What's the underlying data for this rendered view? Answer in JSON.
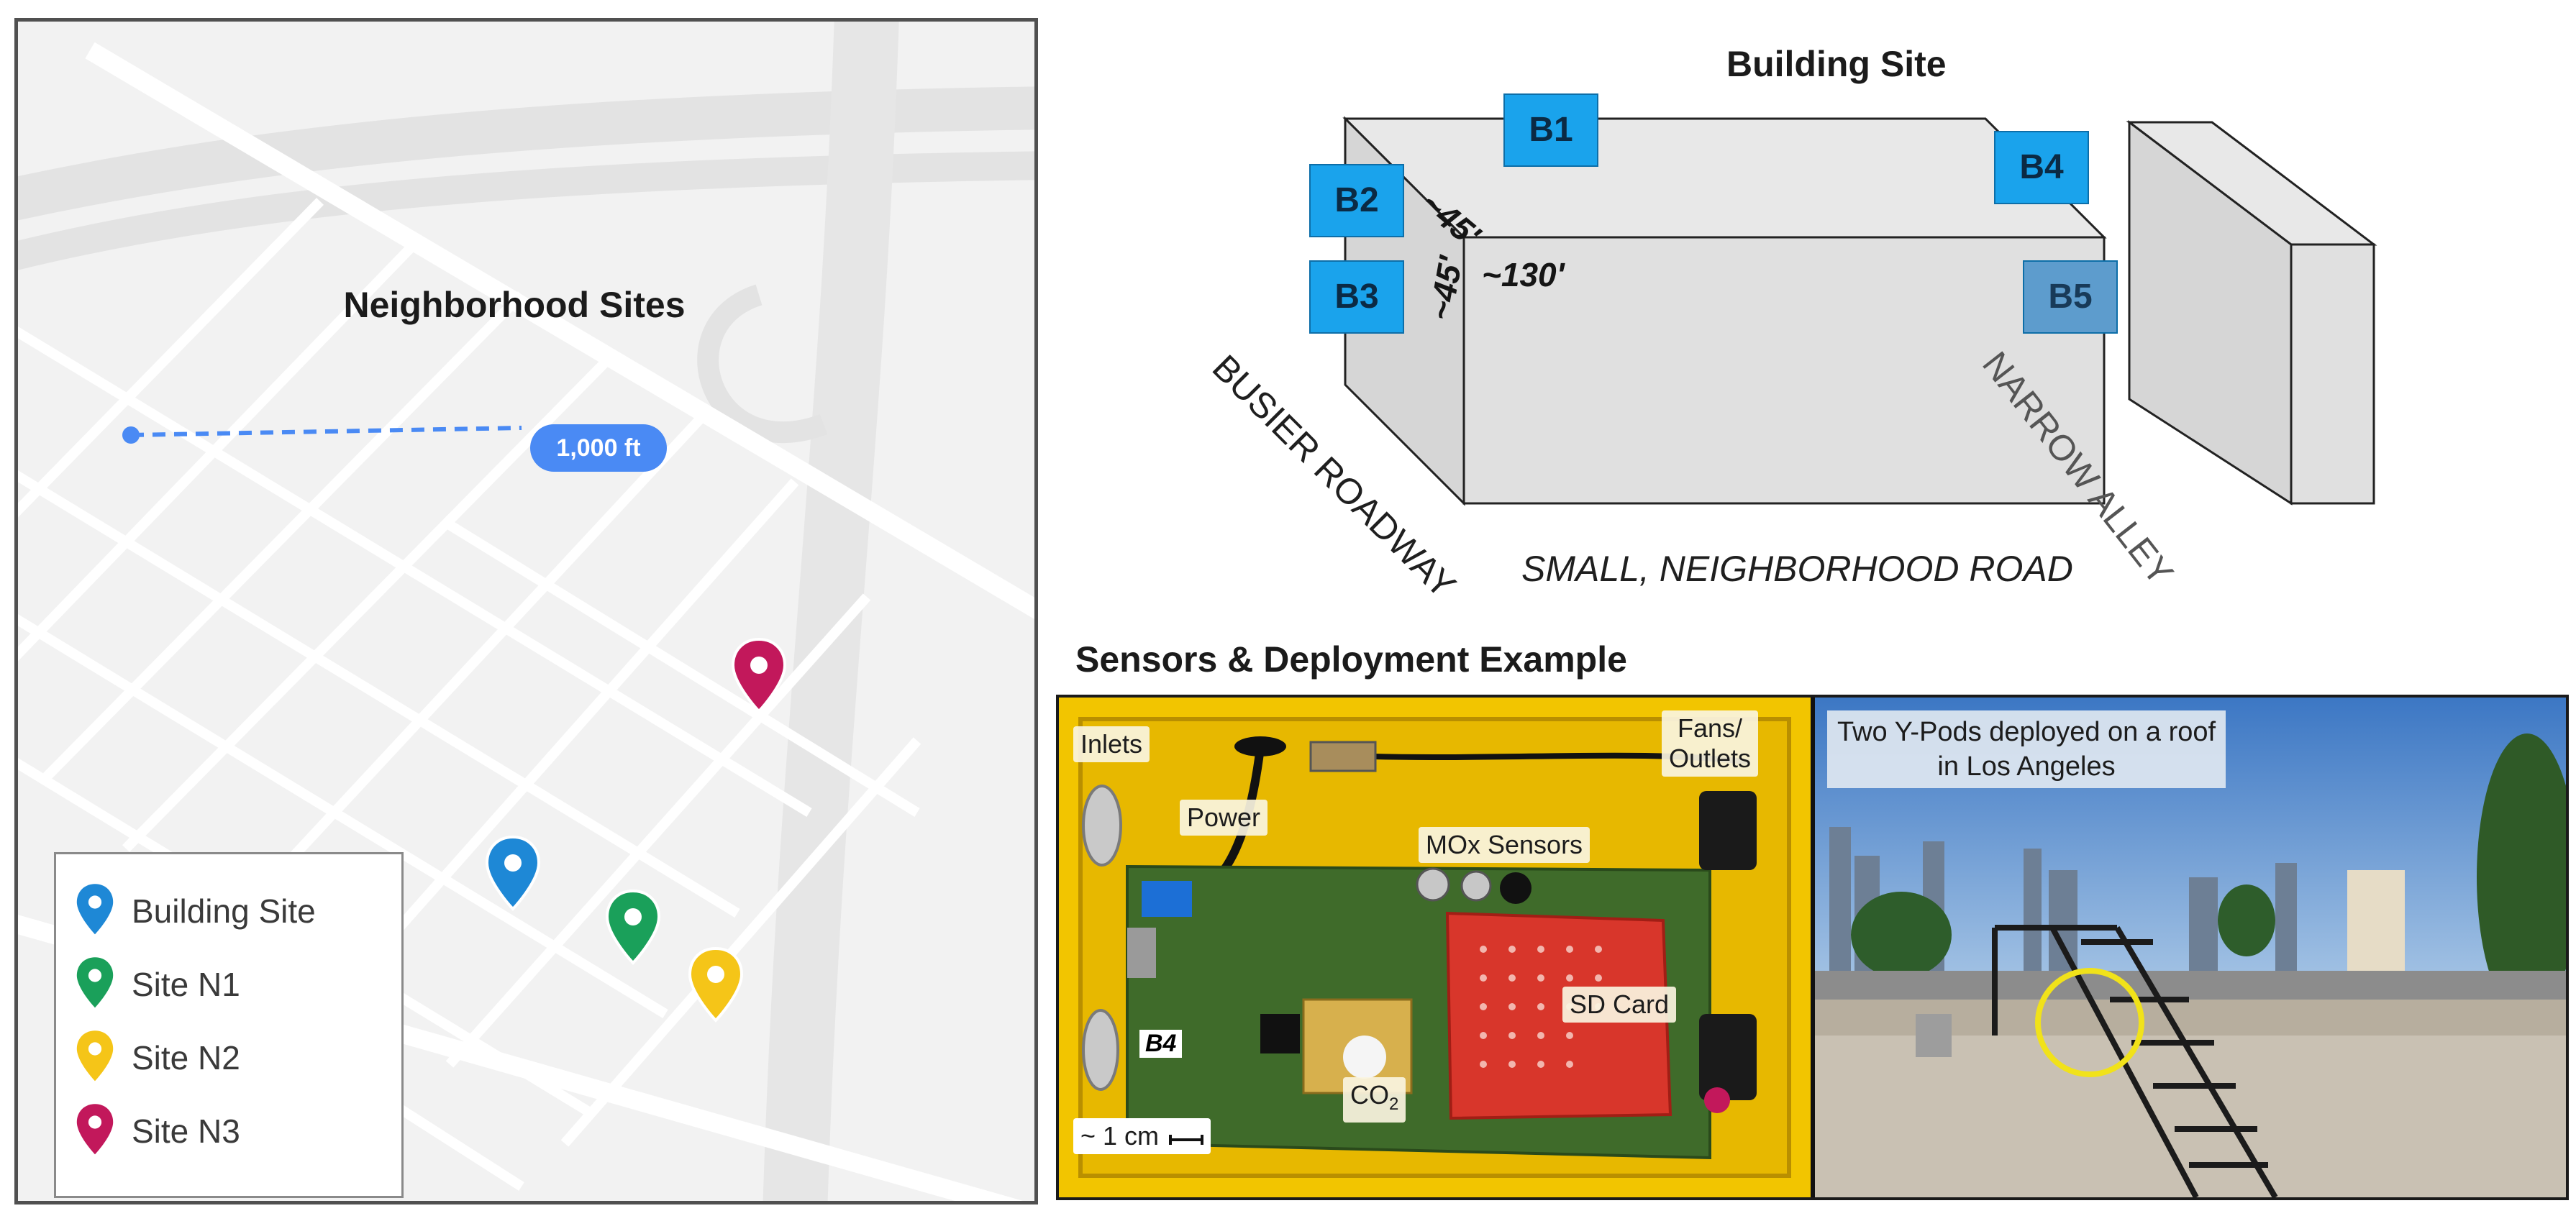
{
  "neighborhood": {
    "title": "Neighborhood Sites",
    "scale_label": "1,000 ft",
    "legend": [
      {
        "label": "Building Site",
        "color": "#1e88d6"
      },
      {
        "label": "Site N1",
        "color": "#1aa05a"
      },
      {
        "label": "Site N2",
        "color": "#f5c518"
      },
      {
        "label": "Site N3",
        "color": "#c2185b"
      }
    ]
  },
  "building": {
    "title": "Building Site",
    "tags": [
      "B1",
      "B2",
      "B3",
      "B4",
      "B5"
    ],
    "dims": {
      "d1": "~45'",
      "d2": "~45'",
      "d3": "~130'"
    },
    "roads": {
      "busier": "BUSIER ROADWAY",
      "small": "SMALL, NEIGHBORHOOD ROAD",
      "alley": "NARROW ALLEY"
    }
  },
  "sensors": {
    "title": "Sensors & Deployment Example",
    "callouts": {
      "inlets": "Inlets",
      "power": "Power",
      "fans": "Fans/\nOutlets",
      "mox": "MOx Sensors",
      "sd": "SD Card",
      "co2": "CO",
      "co2_sub": "2",
      "scale": "~ 1 cm",
      "b4": "B4"
    },
    "roof_caption": "Two Y-Pods deployed on a roof\nin Los Angeles"
  },
  "colors": {
    "tag_blue": "#1aa3ec",
    "enclosure_yellow": "#f2c500",
    "pcb_green": "#3f6b2a"
  }
}
